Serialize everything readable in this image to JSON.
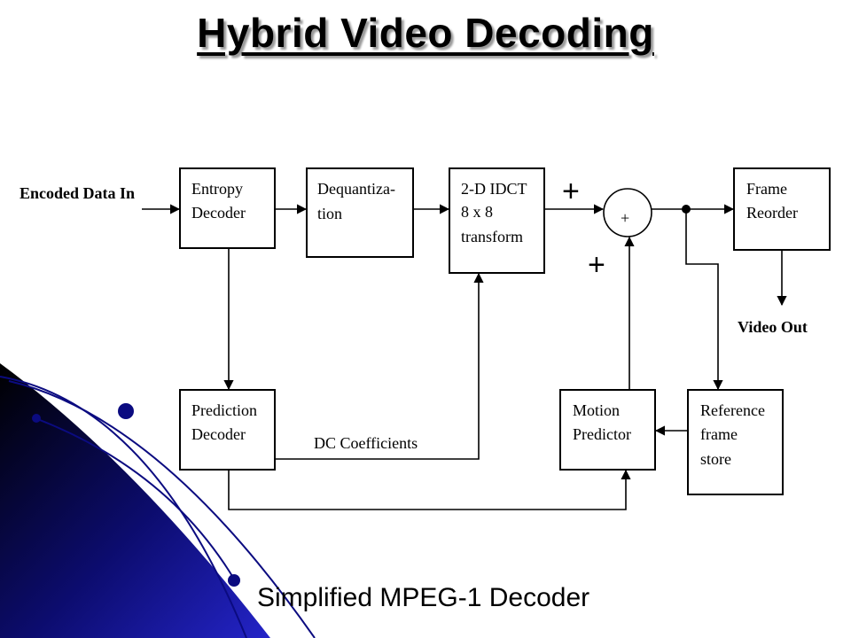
{
  "slide": {
    "title": "Hybrid Video Decoding",
    "caption": "Simplified MPEG-1 Decoder"
  },
  "diagram": {
    "input_label": "Encoded Data In",
    "output_label": "Video Out",
    "edge_label_dc": "DC Coefficients",
    "plus_sign_top": "+",
    "plus_sign_bottom": "+",
    "adder_symbol": "+",
    "blocks": {
      "entropy": [
        "Entropy",
        "Decoder"
      ],
      "dequant": [
        "Dequantiza-",
        "tion"
      ],
      "idct": [
        "2-D IDCT",
        "8 x 8",
        "transform"
      ],
      "reorder": [
        "Frame",
        "Reorder"
      ],
      "prediction": [
        "Prediction",
        "Decoder"
      ],
      "motion": [
        "Motion",
        "Predictor"
      ],
      "reference": [
        "Reference",
        "frame",
        "store"
      ]
    }
  },
  "theme": {
    "decor_dark": "#000000",
    "decor_blue": "#1a1aa8",
    "decor_line": "#0b0b80"
  }
}
